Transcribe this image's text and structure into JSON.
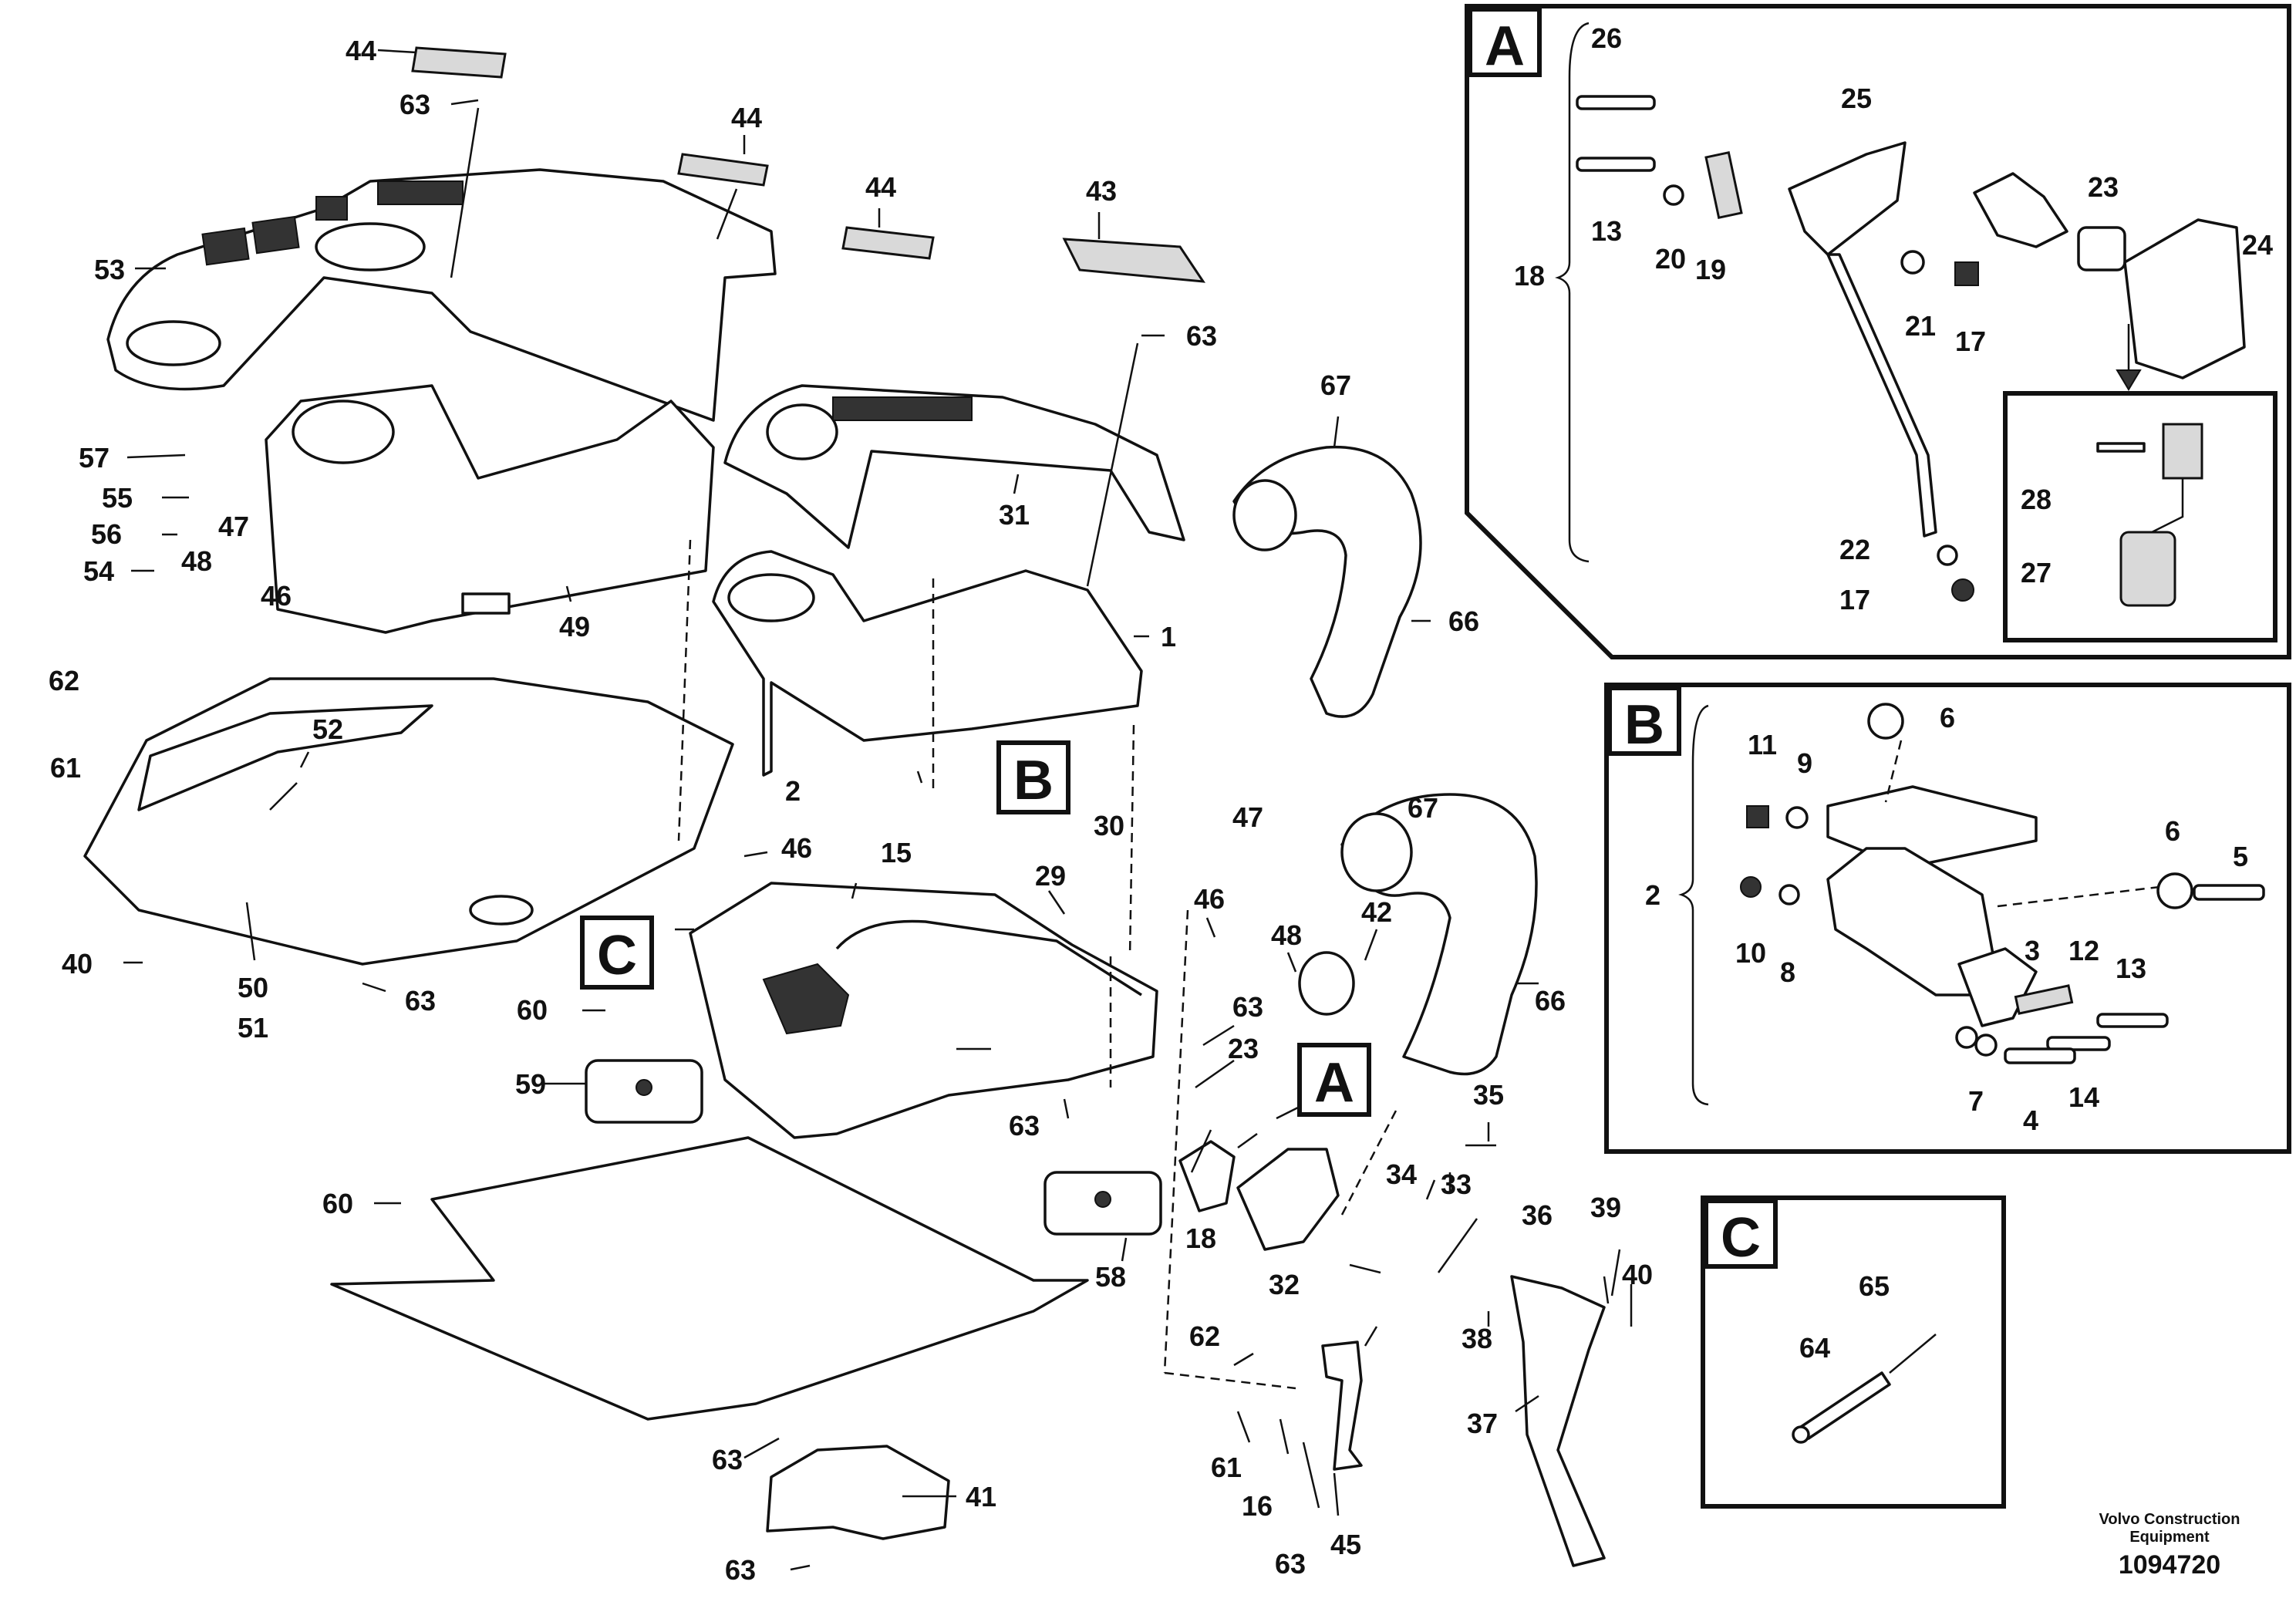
{
  "detail_labels": {
    "a": "A",
    "b": "B",
    "c": "C"
  },
  "brand": {
    "line1": "Volvo Construction",
    "line2": "Equipment"
  },
  "document_number": "1094720",
  "callouts": [
    "44",
    "63",
    "53",
    "44",
    "44",
    "43",
    "63",
    "57",
    "55",
    "56",
    "54",
    "47",
    "48",
    "46",
    "49",
    "31",
    "1",
    "67",
    "66",
    "62",
    "52",
    "61",
    "46",
    "40",
    "50",
    "51",
    "63",
    "2",
    "15",
    "30",
    "29",
    "46",
    "47",
    "48",
    "42",
    "63",
    "60",
    "59",
    "23",
    "63",
    "67",
    "66",
    "35",
    "34",
    "33",
    "60",
    "58",
    "18",
    "32",
    "36",
    "39",
    "40",
    "38",
    "62",
    "61",
    "16",
    "63",
    "45",
    "37",
    "63",
    "41",
    "63",
    "26",
    "25",
    "23",
    "24",
    "13",
    "20",
    "19",
    "21",
    "17",
    "18",
    "28",
    "27",
    "22",
    "17",
    "6",
    "11",
    "9",
    "2",
    "6",
    "5",
    "10",
    "8",
    "3",
    "12",
    "13",
    "7",
    "4",
    "14",
    "65",
    "64"
  ]
}
